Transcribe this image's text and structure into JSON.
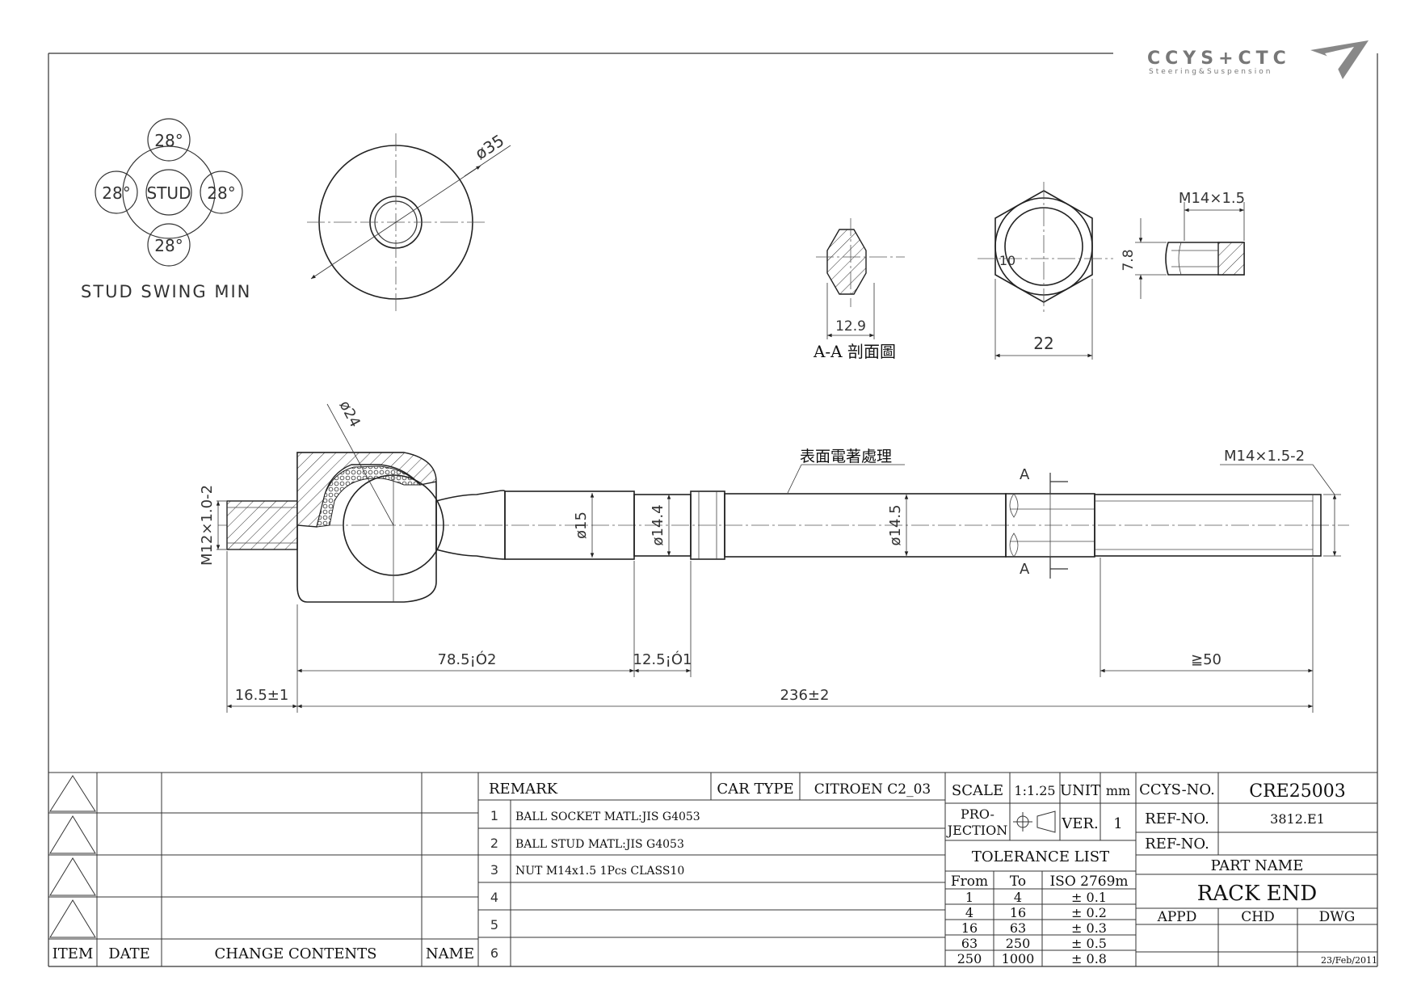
{
  "logo": {
    "text": "CCYS+CTC",
    "subtitle": "Steering&Suspension"
  },
  "swing": {
    "label": "STUD SWING MIN",
    "center": "STUD",
    "angles": [
      "28°",
      "28°",
      "28°",
      "28°"
    ]
  },
  "dims": {
    "d35": "ø35",
    "d24": "ø24",
    "hex_section": "12.9",
    "section_caption": "A-A 剖面圖",
    "nut_width": "22",
    "nut_inner": "10",
    "nut_thread": "M14×1.5",
    "nut_height": "7.8",
    "stud_thread": "M12×1.0-2",
    "d15": "ø15",
    "d14_4": "ø14.4",
    "d14_5": "ø14.5",
    "end_thread": "M14×1.5-2",
    "coating": "表面電著處理",
    "sec_a_top": "A",
    "sec_a_bottom": "A",
    "len_78": "78.5¡Ó2",
    "len_12": "12.5¡Ó1",
    "len_50": "≧50",
    "len_16": "16.5±1",
    "len_236": "236±2"
  },
  "revision": {
    "headers": [
      "ITEM",
      "DATE",
      "CHANGE CONTENTS",
      "NAME"
    ]
  },
  "remark": {
    "label": "REMARK",
    "car_type_label": "CAR TYPE",
    "car_type": "CITROEN C2_03",
    "rows": [
      {
        "no": "1",
        "text": "BALL SOCKET MATL:JIS  G4053"
      },
      {
        "no": "2",
        "text": "BALL STUD MATL:JIS G4053"
      },
      {
        "no": "3",
        "text": "NUT M14x1.5 1Pcs CLASS10"
      },
      {
        "no": "4",
        "text": ""
      },
      {
        "no": "5",
        "text": ""
      },
      {
        "no": "6",
        "text": ""
      }
    ]
  },
  "specs": {
    "scale_label": "SCALE",
    "scale": "1:1.25",
    "unit_label": "UNIT",
    "unit": "mm",
    "projection_label_1": "PRO-",
    "projection_label_2": "JECTION",
    "ver_label": "VER.",
    "ver": "1",
    "tolerance_title": "TOLERANCE LIST",
    "tol_headers": [
      "From",
      "To",
      "ISO 2769m"
    ],
    "tol_rows": [
      [
        "1",
        "4",
        "± 0.1"
      ],
      [
        "4",
        "16",
        "± 0.2"
      ],
      [
        "16",
        "63",
        "± 0.3"
      ],
      [
        "63",
        "250",
        "± 0.5"
      ],
      [
        "250",
        "1000",
        "± 0.8"
      ]
    ]
  },
  "part": {
    "ccys_label": "CCYS-NO.",
    "ccys_no": "CRE25003",
    "ref_label_1": "REF-NO.",
    "ref_no_1": "3812.E1",
    "ref_label_2": "REF-NO.",
    "ref_no_2": "",
    "part_name_label": "PART NAME",
    "part_name": "RACK END",
    "appd": "APPD",
    "chd": "CHD",
    "dwg": "DWG",
    "date": "23/Feb/2011"
  }
}
